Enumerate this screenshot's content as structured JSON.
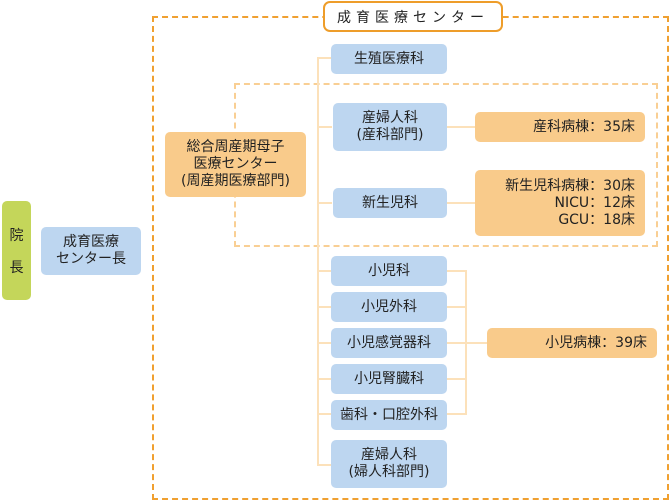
{
  "director": {
    "label_top": "院",
    "label_bottom": "長"
  },
  "center_head": {
    "label": "成育医療\nセンター長"
  },
  "center": {
    "title": "成育医療センター"
  },
  "perinatal": {
    "label": "総合周産期母子\n医療センター\n(周産期医療部門)"
  },
  "departments": [
    {
      "label": "生殖医療科"
    },
    {
      "label": "産婦人科\n(産科部門)"
    },
    {
      "label": "新生児科"
    },
    {
      "label": "小児科"
    },
    {
      "label": "小児外科"
    },
    {
      "label": "小児感覚器科"
    },
    {
      "label": "小児腎臓科"
    },
    {
      "label": "歯科・口腔外科"
    },
    {
      "label": "産婦人科\n(婦人科部門)"
    }
  ],
  "wards": {
    "obstetrics": "産科病棟：35床",
    "neonatal": "新生児科病棟：30床\nNICU：12床\nGCU：18床",
    "pediatric": "小児病棟：39床"
  },
  "colors": {
    "frame_orange": "#F0A030",
    "dept_blue": "#BDD6F0",
    "ward_orange": "#F9CB8B",
    "director_green": "#C4D65A"
  }
}
